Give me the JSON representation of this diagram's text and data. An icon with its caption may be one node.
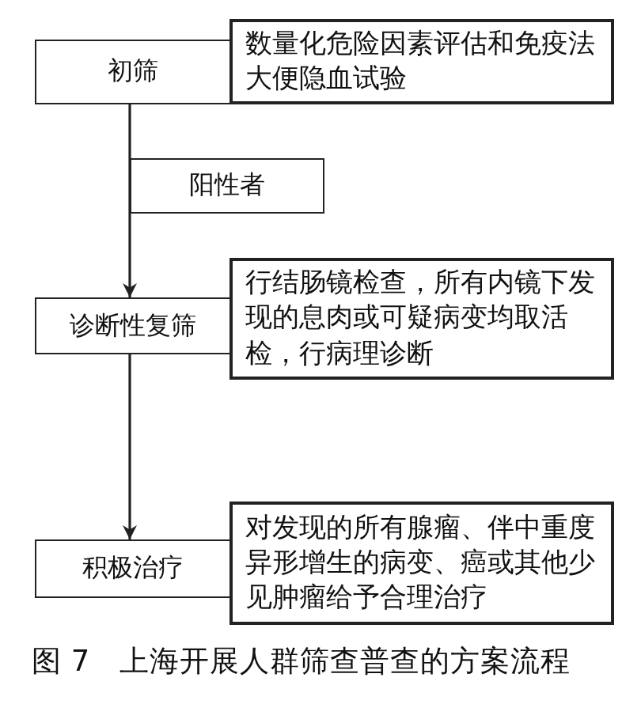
{
  "diagram": {
    "caption": "图 7　上海开展人群筛查普查的方案流程",
    "nodes": [
      {
        "text": [
          "初筛"
        ]
      },
      {
        "text": [
          "数量化危险因素评估和免疫法大便隐血试验"
        ]
      },
      {
        "text": [
          "阳性者"
        ]
      },
      {
        "text": [
          "诊断性复筛"
        ]
      },
      {
        "text": [
          "行结肠镜检查，所有内镜下发现的息肉或可疑病变均取活检，行病理诊断"
        ]
      },
      {
        "text": [
          "积极治疗"
        ]
      },
      {
        "text": [
          "对发现的所有腺瘤、伴中重度异形增生的病变、癌或其他少见肿瘤给予合理治疗"
        ]
      }
    ],
    "edges": [
      {
        "from": 0,
        "to": 3,
        "arrow": "to"
      },
      {
        "from": 3,
        "to": 5,
        "arrow": "to"
      }
    ]
  }
}
